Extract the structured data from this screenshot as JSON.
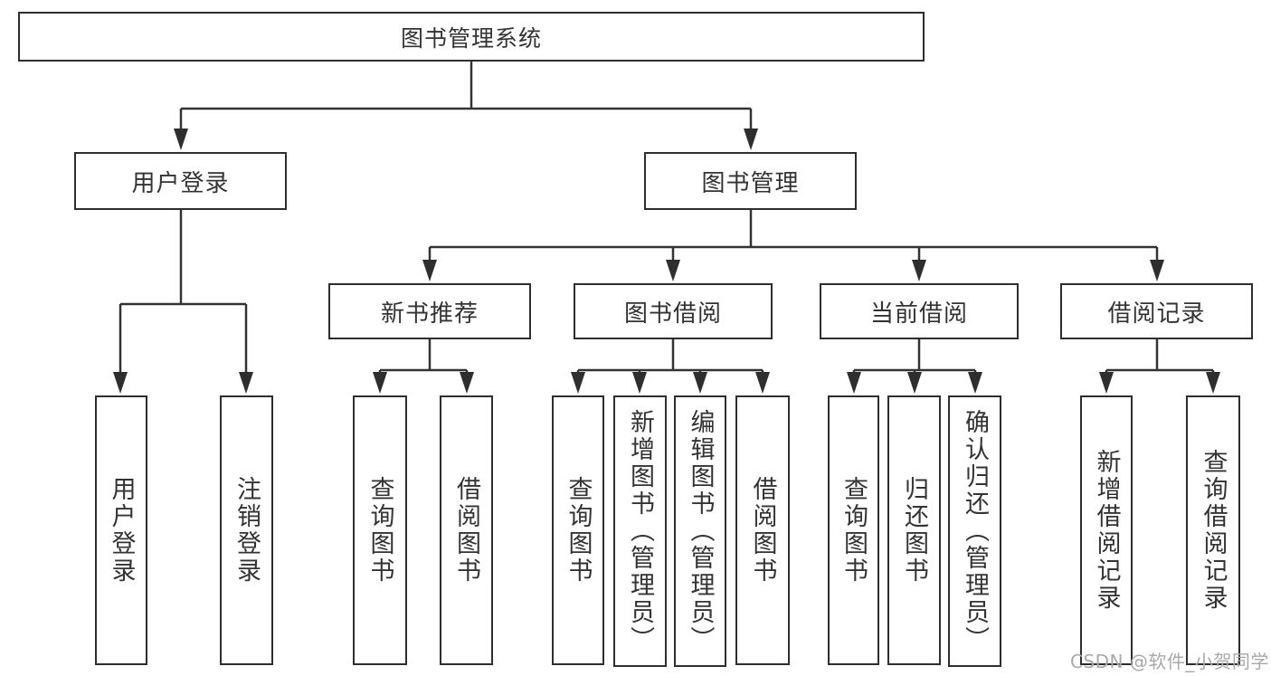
{
  "diagram": {
    "root": {
      "label": "图书管理系统"
    },
    "branches": [
      {
        "label": "用户登录",
        "children": [
          {
            "label": "用户登录"
          },
          {
            "label": "注销登录"
          }
        ]
      },
      {
        "label": "图书管理",
        "children": [
          {
            "label": "新书推荐",
            "children": [
              {
                "label": "查询图书"
              },
              {
                "label": "借阅图书"
              }
            ]
          },
          {
            "label": "图书借阅",
            "children": [
              {
                "label": "查询图书"
              },
              {
                "label": "新增图书（管理员）"
              },
              {
                "label": "编辑图书（管理员）"
              },
              {
                "label": "借阅图书"
              }
            ]
          },
          {
            "label": "当前借阅",
            "children": [
              {
                "label": "查询图书"
              },
              {
                "label": "归还图书"
              },
              {
                "label": "确认归还（管理员）"
              }
            ]
          },
          {
            "label": "借阅记录",
            "children": [
              {
                "label": "新增借阅记录"
              },
              {
                "label": "查询借阅记录"
              }
            ]
          }
        ]
      }
    ],
    "watermark": "CSDN @软件_小贺同学",
    "colors": {
      "line": "#333333",
      "box_border": "#2e2e2e",
      "text": "#333333",
      "watermark": "#a9a9a9",
      "background": "#ffffff"
    }
  }
}
